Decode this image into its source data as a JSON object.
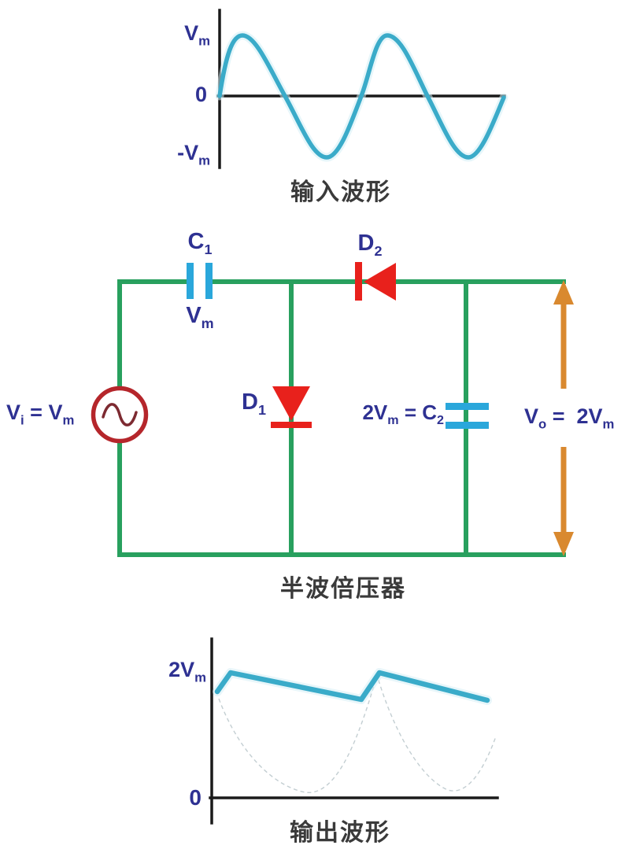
{
  "colors": {
    "wire_green": "#28a05e",
    "capacitor_cyan": "#2aa7db",
    "diode_red": "#e8211c",
    "source_red": "#b5262b",
    "source_sine_dark_red": "#7d2a31",
    "arrow_orange": "#d9892f",
    "wave_teal": "#3aabc9",
    "wave_glow": "#d2eef6",
    "label_navy": "#2e3192",
    "axis_black": "#1a1a1a",
    "title_gray": "#3a3a3a",
    "ghost_wave_gray": "#c3ced2"
  },
  "input_plot": {
    "y_max": {
      "p": "V",
      "s": "m"
    },
    "zero": "0",
    "y_min": {
      "p": "-V",
      "s": "m"
    },
    "title": "输入波形"
  },
  "circuit": {
    "title": "半波倍压器",
    "source_label": {
      "p1": "V",
      "s1": "i",
      "p2": " = V",
      "s2": "m"
    },
    "c1": {
      "name_p": "C",
      "name_s": "1",
      "value_p": "V",
      "value_s": "m"
    },
    "d1": {
      "name_p": "D",
      "name_s": "1"
    },
    "d2": {
      "name_p": "D",
      "name_s": "2"
    },
    "c2_label": {
      "p1": "2V",
      "s1": "m",
      "p2": " = C",
      "s2": "2"
    },
    "output_label": {
      "p1": "V",
      "s1": "o",
      "p2": " =  2V",
      "s2": "m"
    }
  },
  "output_plot": {
    "y_max": {
      "p": "2V",
      "s": "m"
    },
    "zero": "0",
    "title": "输出波形"
  },
  "waveforms": {
    "input": {
      "type": "sine",
      "peak": "Vm",
      "trough": "-Vm",
      "cycles_shown": 2,
      "starts_at": "0"
    },
    "output": {
      "type": "ripple",
      "level": "2Vm",
      "charge_peaks_shown": 2,
      "baseline": "0"
    }
  }
}
